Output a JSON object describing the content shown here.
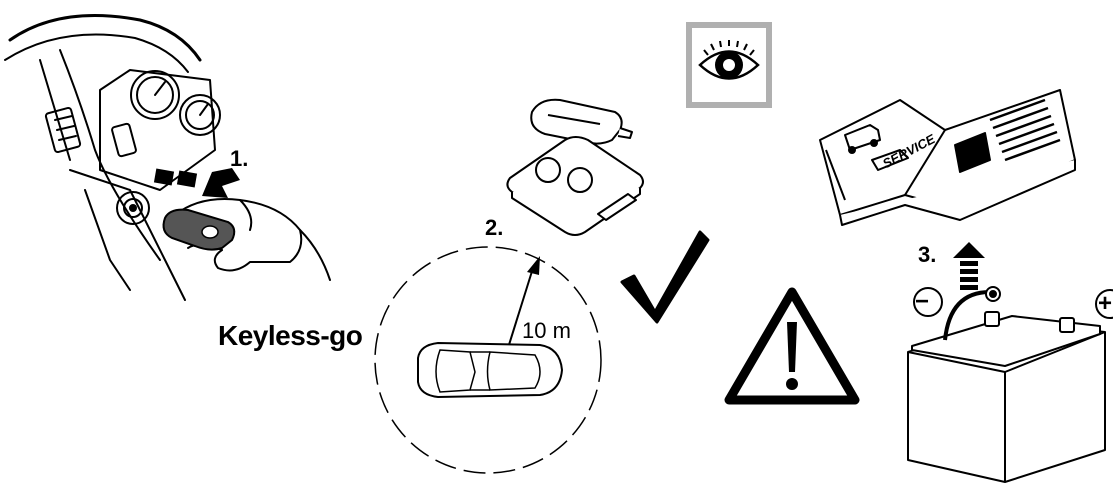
{
  "labels": {
    "step1": "1.",
    "step2": "2.",
    "step3": "3.",
    "keyless": "Keyless-go",
    "distance": "10 m",
    "service": "SERVICE",
    "minus": "−",
    "plus": "+"
  },
  "colors": {
    "ink": "#000000",
    "paper": "#ffffff",
    "frame": "#b0b0b0",
    "key_fill": "#555555",
    "arrow_gray": "#bdbdbd"
  },
  "icons": [
    "dashboard-ignition-icon",
    "car-key-icon",
    "keycard-icon",
    "eye-icon",
    "service-manual-book-icon",
    "keyless-range-car-icon",
    "checkmark-icon",
    "warning-triangle-icon",
    "car-battery-icon",
    "up-arrow-icon"
  ]
}
